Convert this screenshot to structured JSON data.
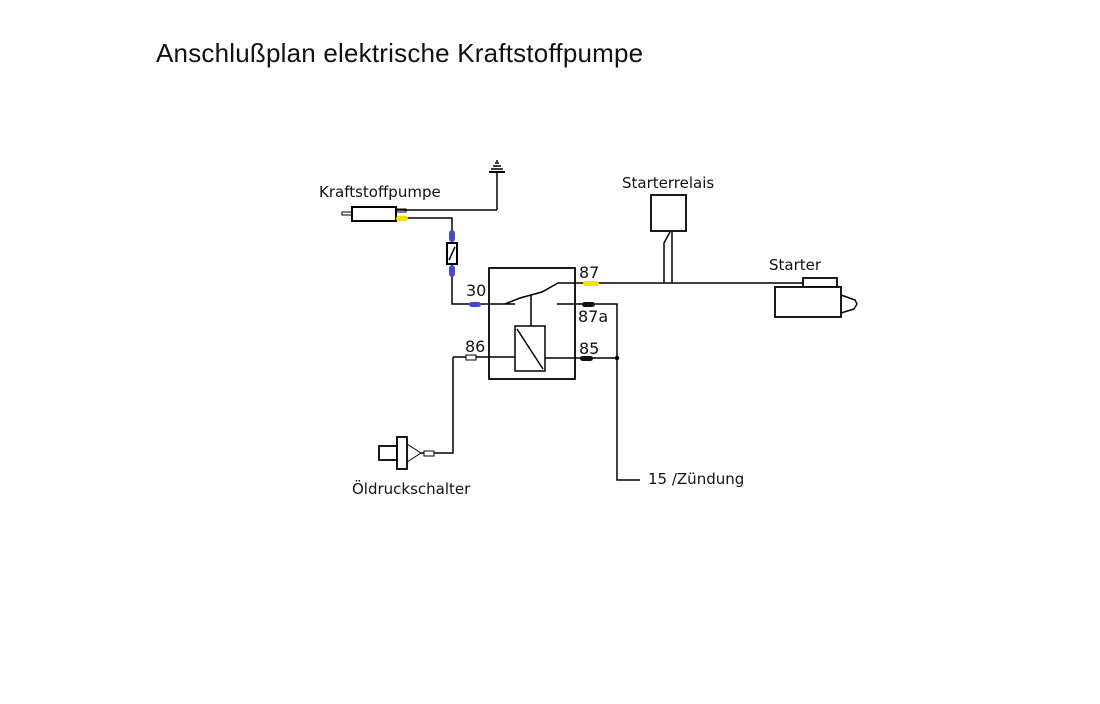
{
  "title": "Anschlußplan elektrische Kraftstoffpumpe",
  "components": {
    "fuel_pump": "Kraftstoffpumpe",
    "starter_relay": "Starterrelais",
    "starter": "Starter",
    "oil_pressure_switch": "Öldruckschalter",
    "ignition": "15 /Zündung"
  },
  "relay_pins": {
    "p30": "30",
    "p87": "87",
    "p87a": "87a",
    "p86": "86",
    "p85": "85"
  },
  "colors": {
    "wire": "#000000",
    "blue_connector": "#4a4ad0",
    "yellow_connector": "#f2e000",
    "black_connector": "#111111"
  }
}
